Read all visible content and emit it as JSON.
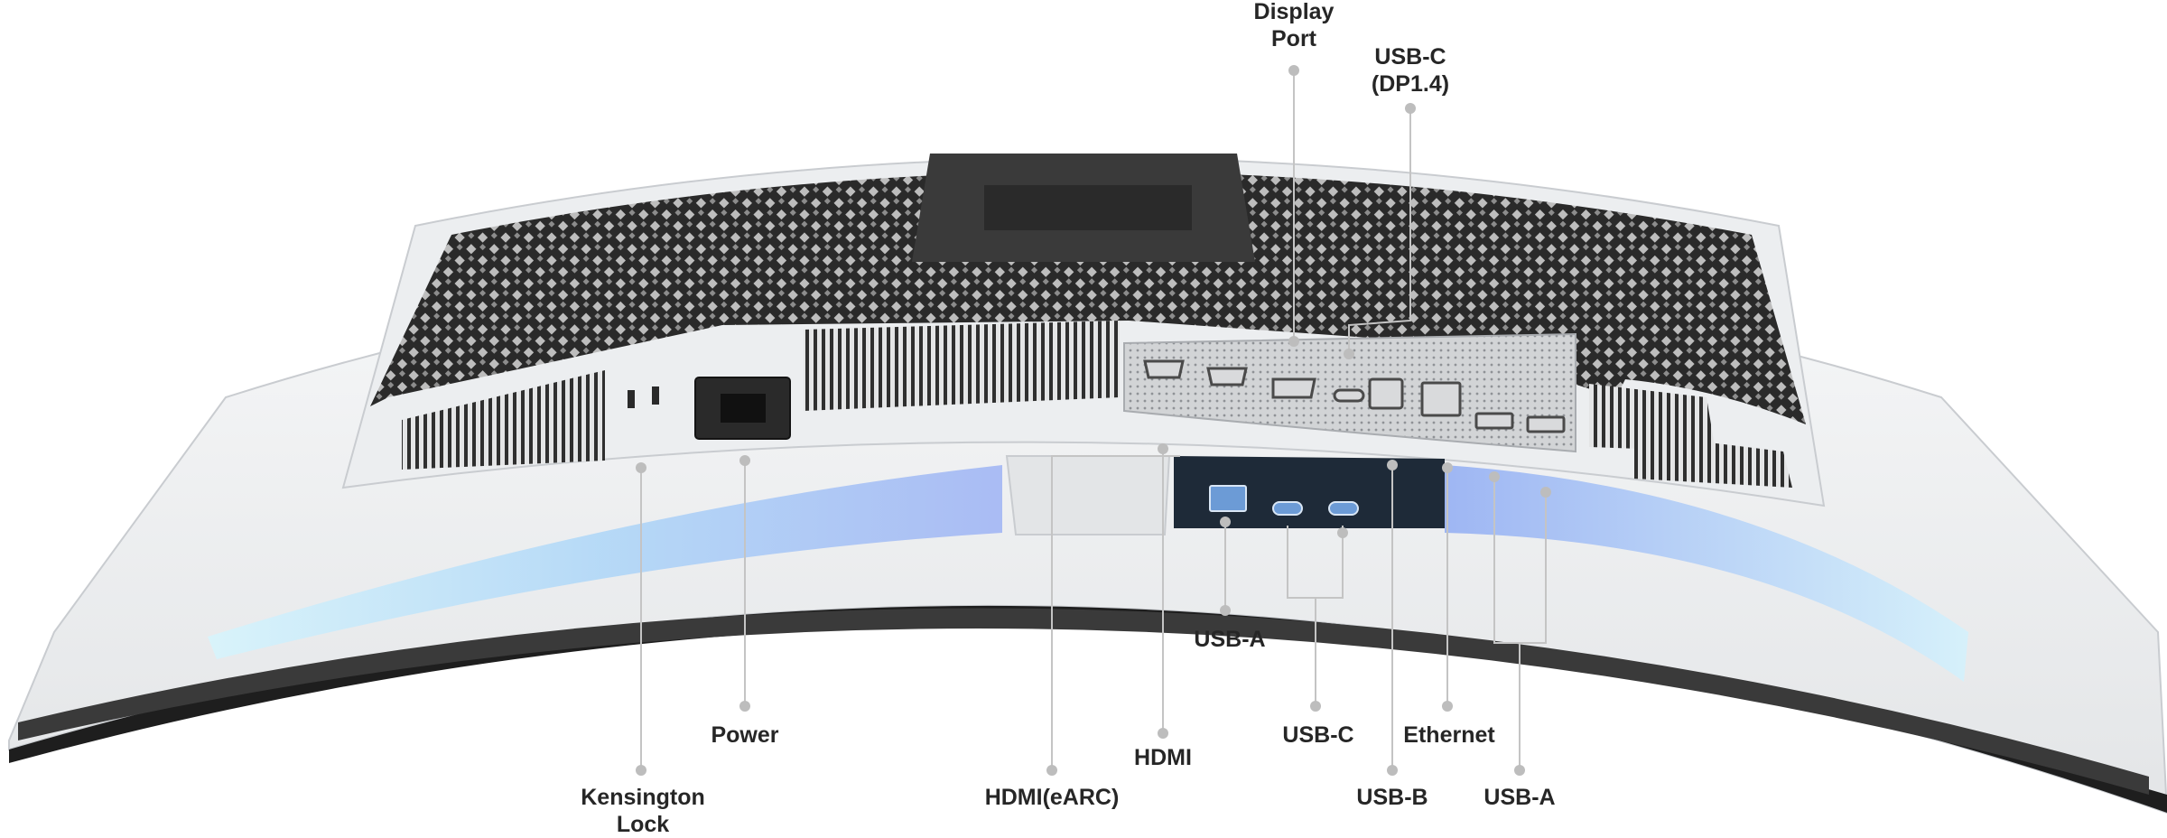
{
  "diagram": {
    "subject": "Rear I/O panel of curved monitor (bottom view)",
    "colors": {
      "body": "#f1f2f3",
      "shadow": "#c9ccd0",
      "vent_dark": "#262626",
      "port_panel": "#d6d8da",
      "glow": "#bfe8f6",
      "glow_blue": "#a9bff5",
      "callout_line": "#bdbdbd",
      "label_text": "#262626"
    },
    "labels": {
      "display_port": [
        "Display",
        "Port"
      ],
      "usb_c_dp": [
        "USB-C",
        "(DP1.4)"
      ],
      "usb_a_front": [
        "USB-A"
      ],
      "power": [
        "Power"
      ],
      "hdmi": [
        "HDMI"
      ],
      "usb_c_front": [
        "USB-C"
      ],
      "ethernet": [
        "Ethernet"
      ],
      "kensington": [
        "Kensington",
        "Lock"
      ],
      "hdmi_earc": [
        "HDMI(eARC)"
      ],
      "usb_b": [
        "USB-B"
      ],
      "usb_a_rear": [
        "USB-A"
      ]
    }
  }
}
